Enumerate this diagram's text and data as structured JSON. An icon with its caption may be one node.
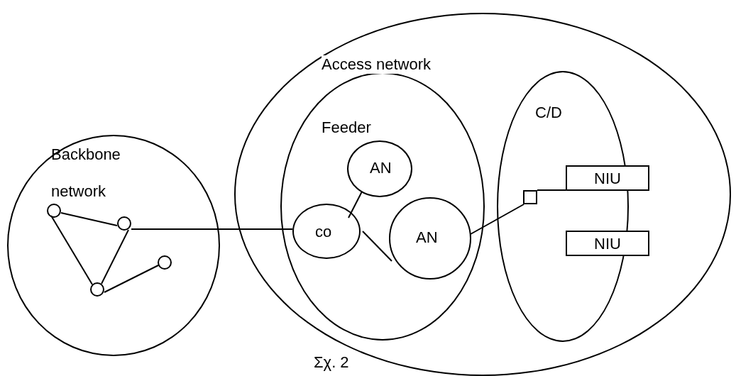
{
  "diagram": {
    "caption": "Σχ. 2",
    "nodes": [
      {
        "text": [
          "Backbone network"
        ]
      },
      {
        "text": [],
        "shape": "circle",
        "in": 0
      },
      {
        "text": [],
        "shape": "circle",
        "in": 0
      },
      {
        "text": [],
        "shape": "circle",
        "in": 0
      },
      {
        "text": [],
        "shape": "circle",
        "in": 0
      },
      {
        "text": [
          "Access network"
        ]
      },
      {
        "text": [
          "Feeder"
        ],
        "in": 5
      },
      {
        "text": [
          "AN"
        ],
        "in": 6
      },
      {
        "text": [
          "co"
        ],
        "in": 6
      },
      {
        "text": [
          "AN"
        ],
        "in": 6
      },
      {
        "text": [
          "C/D"
        ],
        "in": 5
      },
      {
        "text": [],
        "shape": "box",
        "in": 10
      },
      {
        "text": [
          "NIU"
        ],
        "in": 5
      },
      {
        "text": [
          "NIU"
        ],
        "in": 5
      }
    ],
    "edges": [
      {
        "from": 1,
        "to": 2,
        "arrow": "none"
      },
      {
        "from": 1,
        "to": 4,
        "arrow": "none"
      },
      {
        "from": 2,
        "to": 4,
        "arrow": "none"
      },
      {
        "from": 4,
        "to": 3,
        "arrow": "none"
      },
      {
        "from": 2,
        "to": 8,
        "arrow": "none"
      },
      {
        "from": 8,
        "to": 7,
        "arrow": "none"
      },
      {
        "from": 8,
        "to": 9,
        "arrow": "none"
      },
      {
        "from": 9,
        "to": 11,
        "arrow": "none"
      },
      {
        "from": 11,
        "to": 12,
        "arrow": "none"
      }
    ]
  }
}
